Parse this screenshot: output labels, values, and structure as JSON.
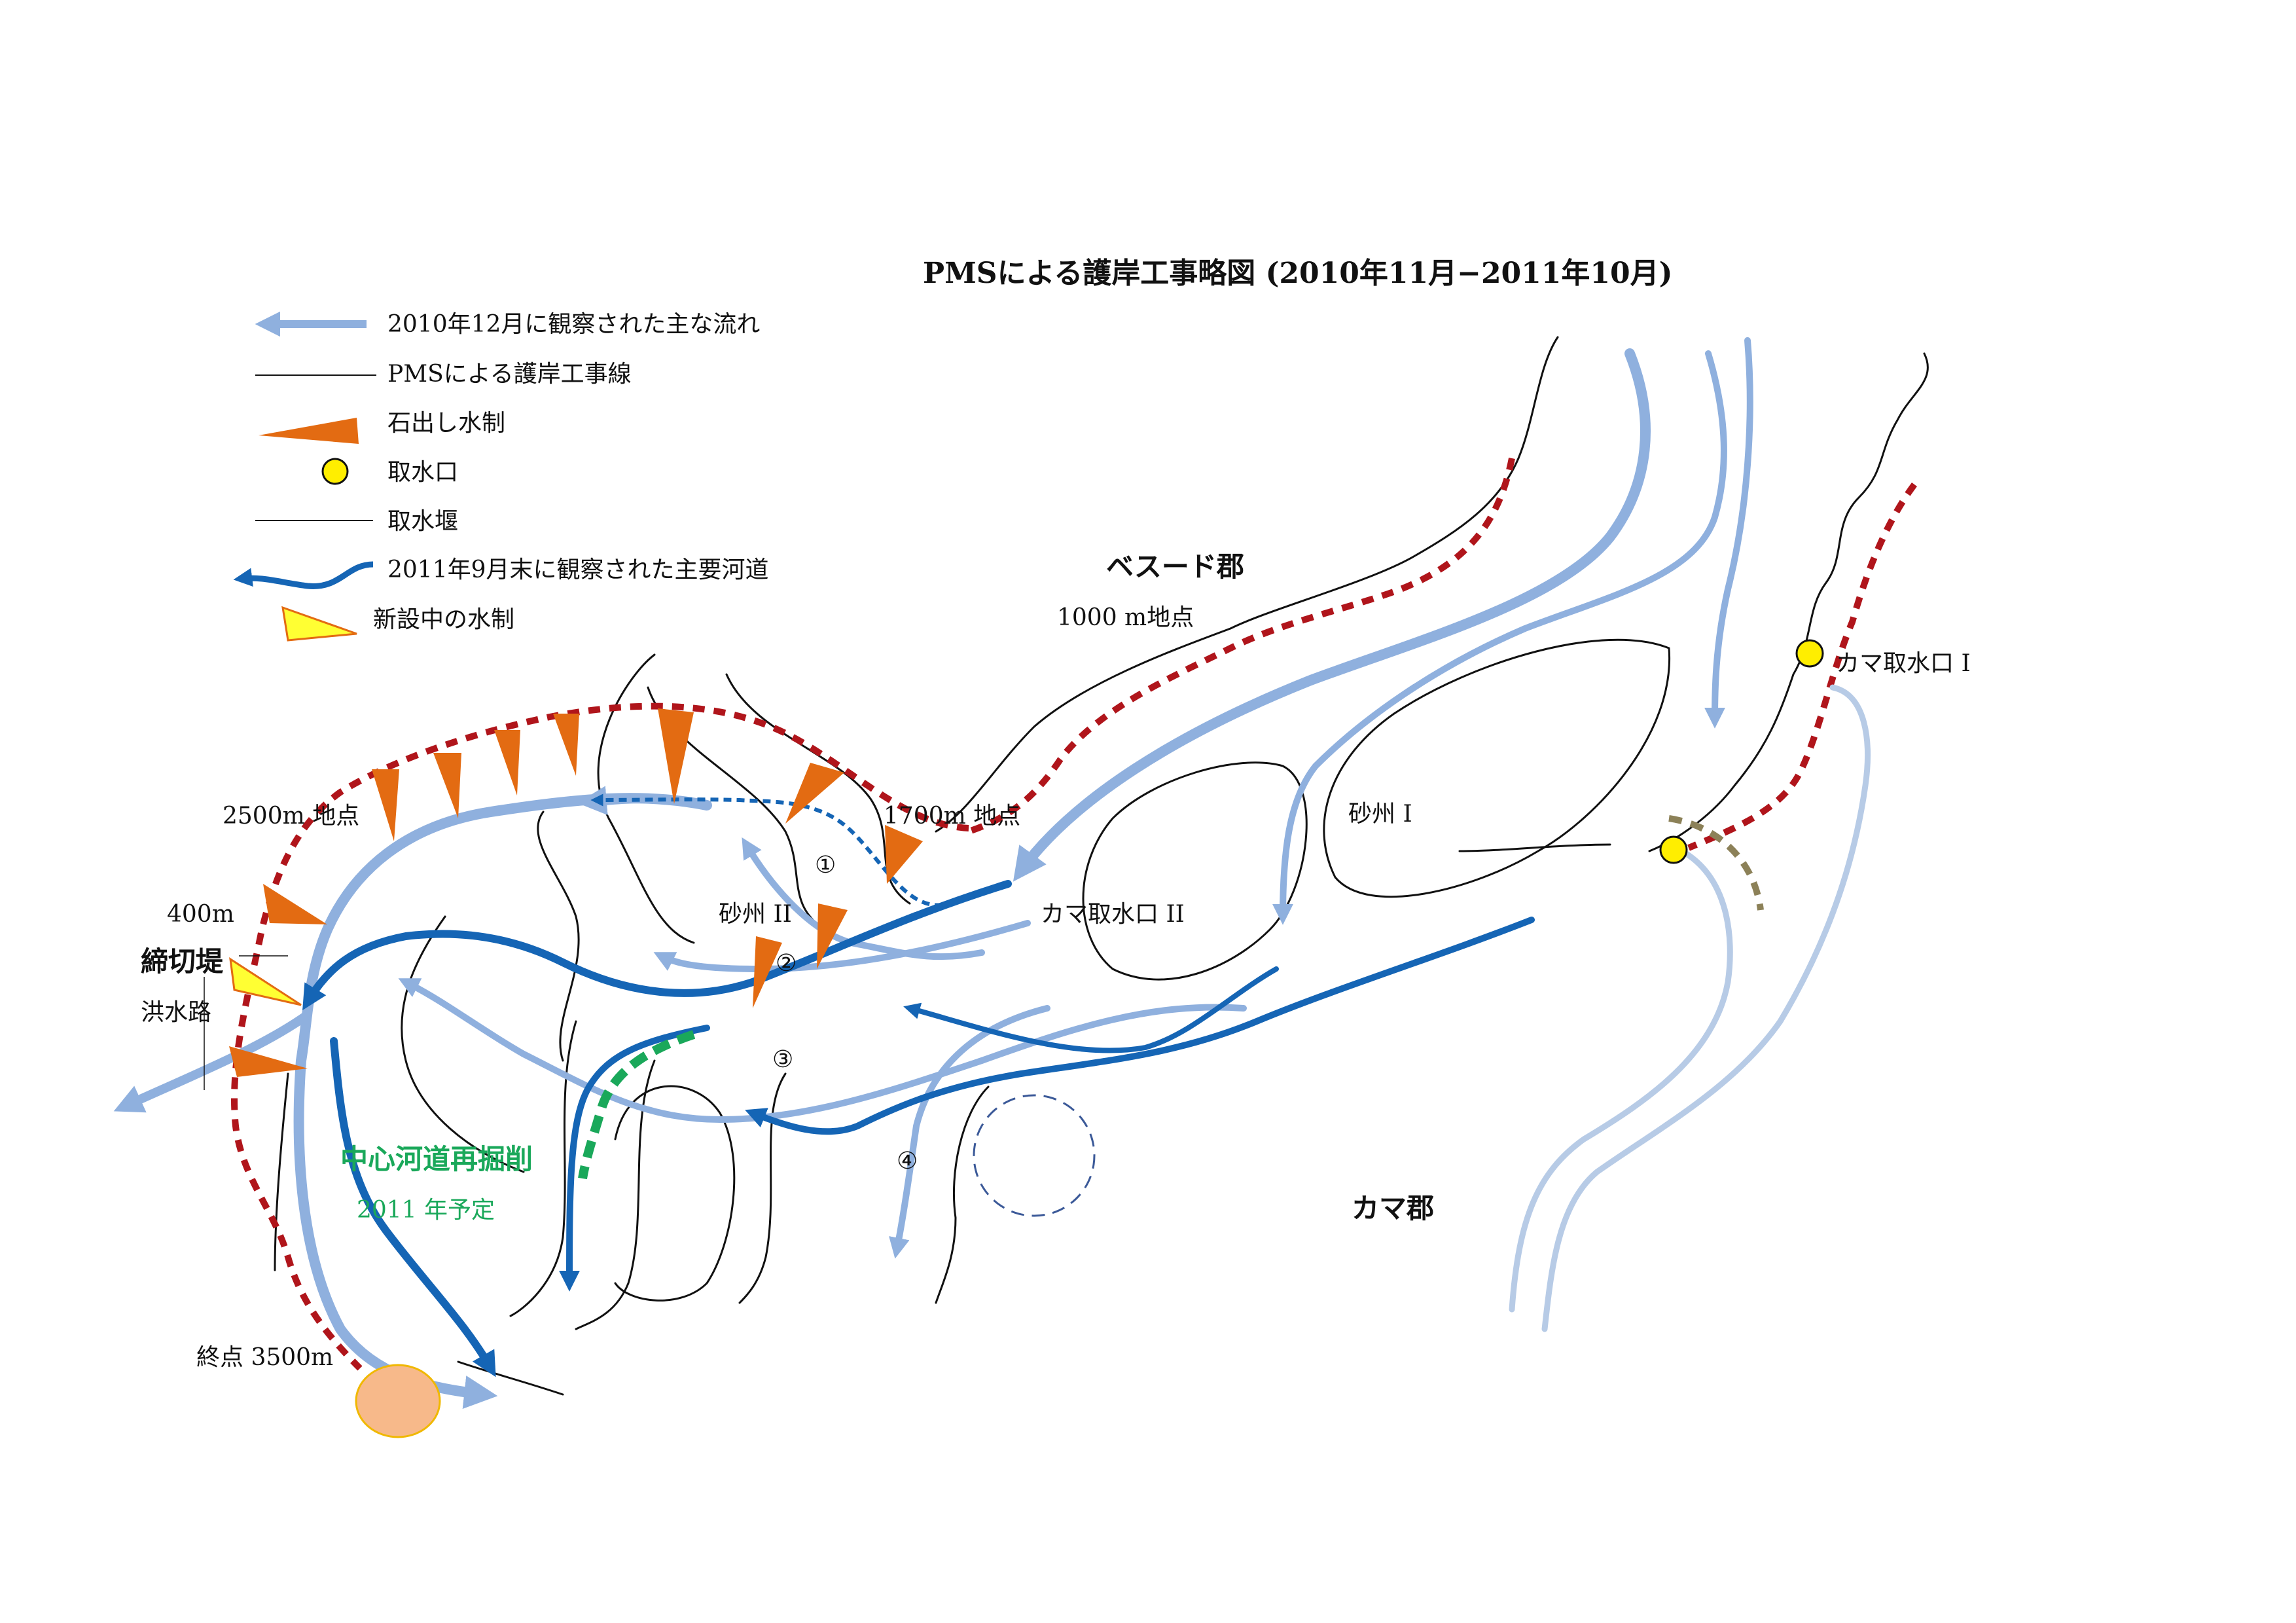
{
  "title": "PMSによる護岸工事略図 (2010年11月−2011年10月)",
  "legend": [
    {
      "icon": "main-flow-arrow-icon",
      "label": "2010年12月に観察された主な流れ",
      "color": "#8fb0de"
    },
    {
      "icon": "revetment-line-icon",
      "label": "PMSによる護岸工事線"
    },
    {
      "icon": "spur-dike-icon",
      "label": "石出し水制",
      "color": "#e36b12"
    },
    {
      "icon": "intake-icon",
      "label": "取水口",
      "color": "#ffee00"
    },
    {
      "icon": "weir-line-icon",
      "label": "取水堰"
    },
    {
      "icon": "main-channel-arrow-icon",
      "label": "2011年9月末に観察された主要河道",
      "color": "#1565b5"
    },
    {
      "icon": "new-spur-dike-icon",
      "label": "新設中の水制",
      "color": "#ffff33"
    }
  ],
  "places": {
    "besud": "ベスード郡",
    "kama": "カマ郡",
    "intake_1": "カマ取水口 I",
    "intake_2": "カマ取水口 II",
    "sandbar_1": "砂州 I",
    "sandbar_2": "砂州 II",
    "point_1000": "1000 m地点",
    "point_1700": "1700m 地点",
    "point_2500": "2500m 地点",
    "point_400": "400m",
    "cofferdam": "締切堤",
    "floodway": "洪水路",
    "endpoint": "終点 3500m",
    "recut_1": "中心河道再掘削",
    "recut_2": "2011 年予定"
  },
  "markers": [
    "①",
    "②",
    "③",
    "④"
  ],
  "colors": {
    "pms_line": "#b0151b",
    "flow": "#8fb0de",
    "channel": "#1565b5",
    "spur_dike": "#e36b12",
    "intake": "#ffee00",
    "recut": "#1aa85a",
    "endpoint": "#f7b98a"
  }
}
